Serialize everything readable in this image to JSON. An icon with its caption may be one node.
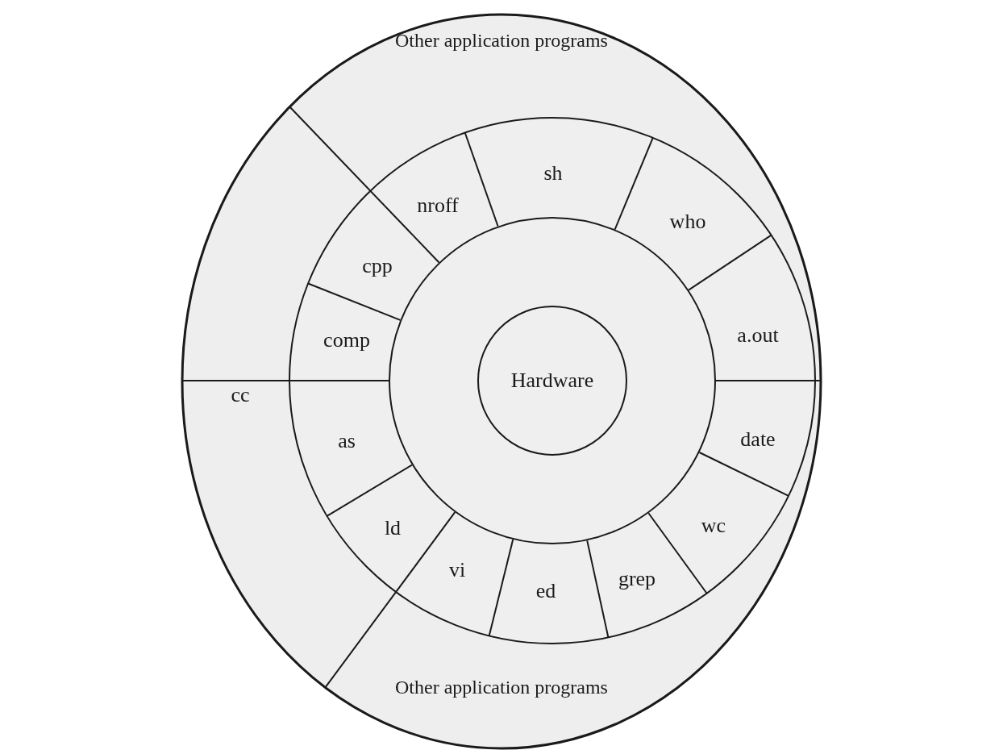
{
  "diagram": {
    "nodes": [
      {
        "text": [
          "Other application programs"
        ]
      },
      {
        "text": [
          "sh"
        ]
      },
      {
        "text": [
          "nroff"
        ]
      },
      {
        "text": [
          "who"
        ]
      },
      {
        "text": [
          "cpp"
        ]
      },
      {
        "text": [
          "comp"
        ]
      },
      {
        "text": [
          "a.out"
        ]
      },
      {
        "text": [
          "Hardware"
        ],
        "in": 17
      },
      {
        "text": [
          "cc"
        ]
      },
      {
        "text": [
          "as"
        ]
      },
      {
        "text": [
          "date"
        ]
      },
      {
        "text": [
          "ld"
        ]
      },
      {
        "text": [
          "wc"
        ]
      },
      {
        "text": [
          "vi"
        ]
      },
      {
        "text": [
          "grep"
        ]
      },
      {
        "text": [
          "ed"
        ]
      },
      {
        "text": [
          "Other application programs"
        ]
      },
      {
        "text": [],
        "shape": "circle"
      }
    ]
  }
}
